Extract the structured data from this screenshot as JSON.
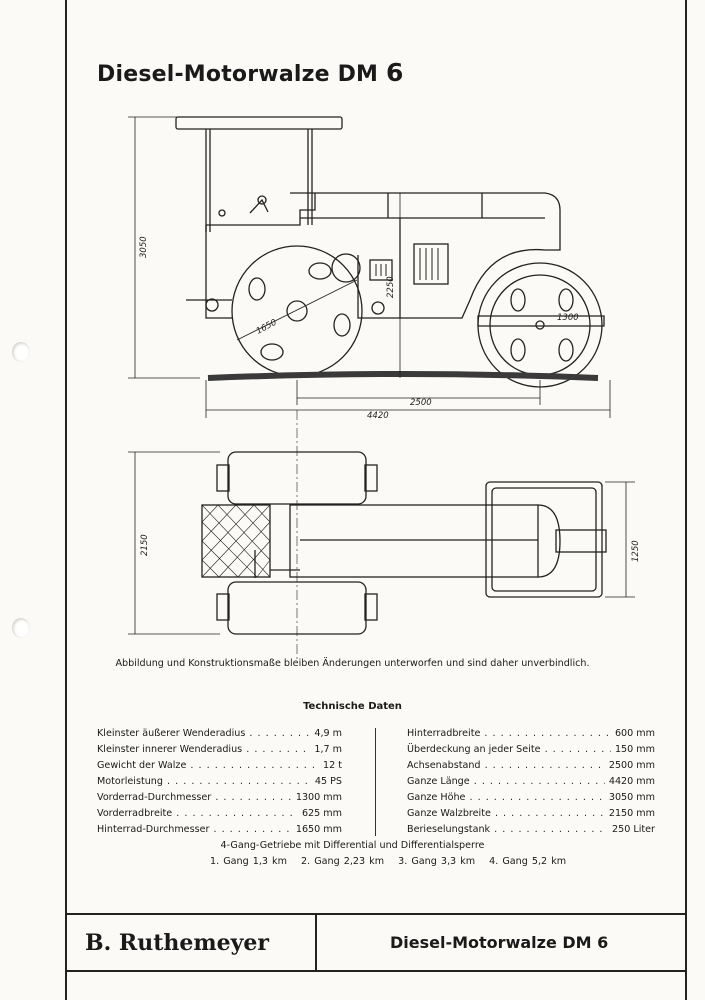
{
  "title": {
    "main": "Diesel-Motorwalze DM",
    "number": "6"
  },
  "dimensions": {
    "height_total": "3050",
    "height_body": "2250",
    "front_roller_diameter": "1650",
    "rear_wheel_diameter": "1300",
    "wheelbase": "2500",
    "total_length": "4420",
    "roller_width": "2150",
    "rear_width": "1250"
  },
  "caption": "Abbildung und Konstruktionsmaße bleiben Änderungen unterworfen und sind daher unverbindlich.",
  "tech_title": "Technische Daten",
  "specs_left": [
    {
      "label": "Kleinster äußerer Wenderadius",
      "value": "4,9 m"
    },
    {
      "label": "Kleinster innerer Wenderadius",
      "value": "1,7 m"
    },
    {
      "label": "Gewicht der Walze",
      "value": "12 t"
    },
    {
      "label": "Motorleistung",
      "value": "45 PS"
    },
    {
      "label": "Vorderrad-Durchmesser",
      "value": "1300 mm"
    },
    {
      "label": "Vorderradbreite",
      "value": "625 mm"
    },
    {
      "label": "Hinterrad-Durchmesser",
      "value": "1650 mm"
    }
  ],
  "specs_right": [
    {
      "label": "Hinterradbreite",
      "value": "600 mm"
    },
    {
      "label": "Überdeckung an jeder Seite",
      "value": "150 mm"
    },
    {
      "label": "Achsenabstand",
      "value": "2500 mm"
    },
    {
      "label": "Ganze Länge",
      "value": "4420 mm"
    },
    {
      "label": "Ganze Höhe",
      "value": "3050 mm"
    },
    {
      "label": "Ganze Walzbreite",
      "value": "2150 mm"
    },
    {
      "label": "Berieselungstank",
      "value": "250 Liter"
    }
  ],
  "gearbox": "4-Gang-Getriebe mit Differential und Differentialsperre",
  "gears": [
    "1. Gang 1,3 km",
    "2. Gang 2,23 km",
    "3. Gang 3,3 km",
    "4. Gang 5,2 km"
  ],
  "footer": {
    "company": "B. Ruthemeyer",
    "title": "Diesel-Motorwalze DM 6"
  }
}
